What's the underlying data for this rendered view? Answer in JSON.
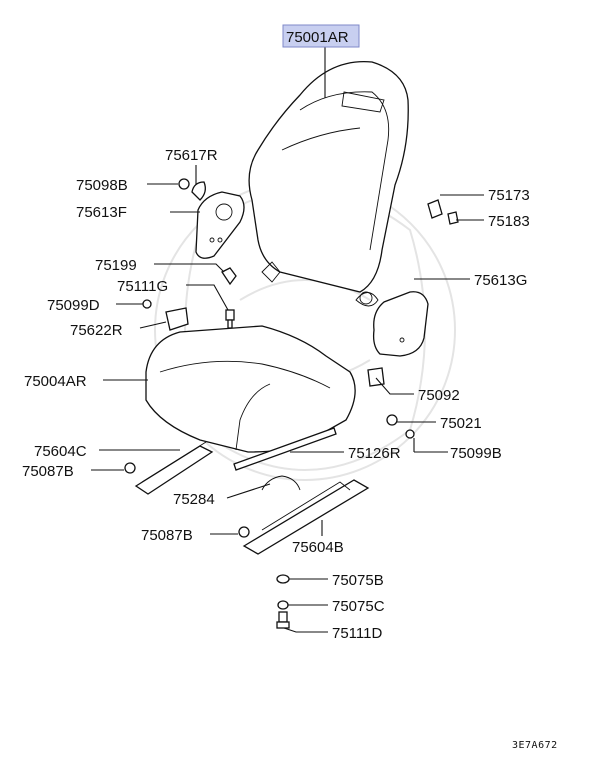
{
  "highlight_color": "#c8cff0",
  "highlight_border": "#7f89c9",
  "diagram_code": "3E7A672",
  "parts": {
    "p75001AR": "75001AR",
    "p75617R": "75617R",
    "p75098B": "75098B",
    "p75613F": "75613F",
    "p75173": "75173",
    "p75183": "75183",
    "p75199": "75199",
    "p75111G": "75111G",
    "p75613G": "75613G",
    "p75099D": "75099D",
    "p75622R": "75622R",
    "p75004AR": "75004AR",
    "p75092": "75092",
    "p75021": "75021",
    "p75604C": "75604C",
    "p75126R": "75126R",
    "p75099B": "75099B",
    "p75087B_1": "75087B",
    "p75284": "75284",
    "p75087B_2": "75087B",
    "p75604B": "75604B",
    "p75075B": "75075B",
    "p75075C": "75075C",
    "p75111D": "75111D"
  }
}
